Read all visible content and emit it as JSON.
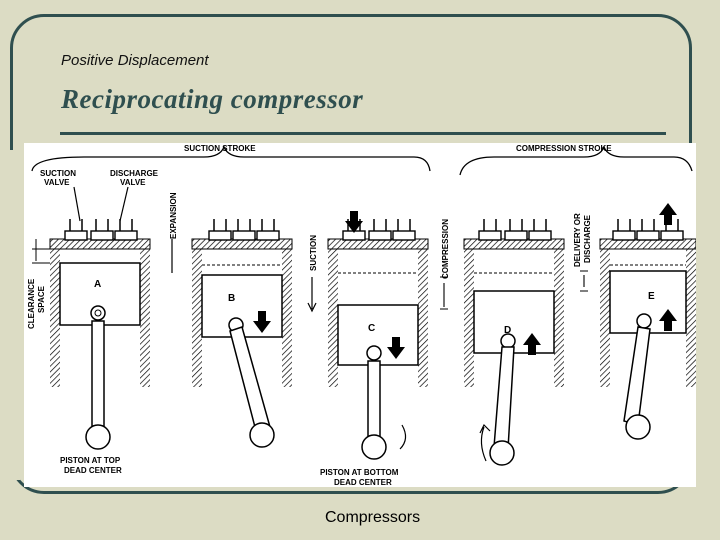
{
  "header": {
    "subtitle": "Positive Displacement",
    "title": "Reciprocating compressor"
  },
  "diagram": {
    "stroke_labels": {
      "suction": "SUCTION STROKE",
      "compression": "COMPRESSION STROKE"
    },
    "labels": {
      "suction_valve_1": "SUCTION",
      "suction_valve_2": "VALVE",
      "discharge_valve_1": "DISCHARGE",
      "discharge_valve_2": "VALVE",
      "expansion": "EXPANSION",
      "suction": "SUCTION",
      "compression": "COMPRESSION",
      "delivery_1": "DELIVERY OR",
      "delivery_2": "DISCHARGE",
      "clearance_1": "CLEARANCE",
      "clearance_2": "SPACE",
      "tdc_1": "PISTON AT TOP",
      "tdc_2": "DEAD CENTER",
      "bdc_1": "PISTON AT BOTTOM",
      "bdc_2": "DEAD CENTER"
    },
    "stages": [
      "A",
      "B",
      "C",
      "D",
      "E"
    ]
  },
  "footer": {
    "label": "Compressors"
  },
  "colors": {
    "background": "#dcdcc4",
    "accent": "#2f4f4f"
  }
}
